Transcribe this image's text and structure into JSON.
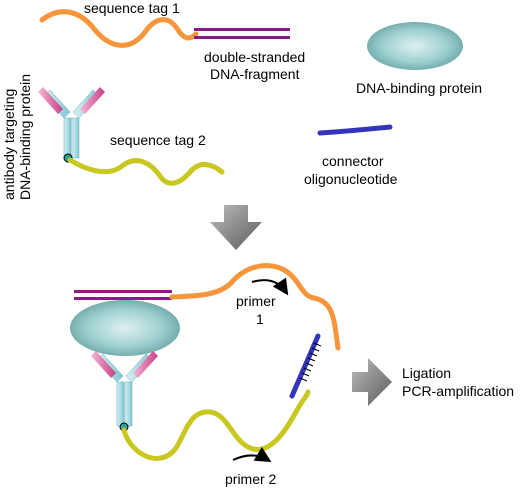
{
  "labels": {
    "sequence_tag_1": "sequence tag 1",
    "ds_line1": "double-stranded",
    "ds_line2": "DNA-fragment",
    "dna_binding_protein": "DNA-binding protein",
    "antibody_line1": "antibody targeting",
    "antibody_line2": "DNA-binding protein",
    "sequence_tag_2": "sequence tag 2",
    "connector_line1": "connector",
    "connector_line2": "oligonucleotide",
    "primer1_line1": "primer",
    "primer1_line2": "1",
    "primer2": "primer 2",
    "result_line1": "Ligation",
    "result_line2": "PCR-amplification"
  },
  "colors": {
    "orange_strand": "#f7953a",
    "yellow_strand": "#c8c820",
    "purple_dna": "#8a1a8c",
    "blue_connector": "#3333bb",
    "protein_teal": "#8fc8c8",
    "antibody_cyan": "#a8dde6",
    "antibody_pink": "#e070a8",
    "arrow_gray": "#888888"
  }
}
